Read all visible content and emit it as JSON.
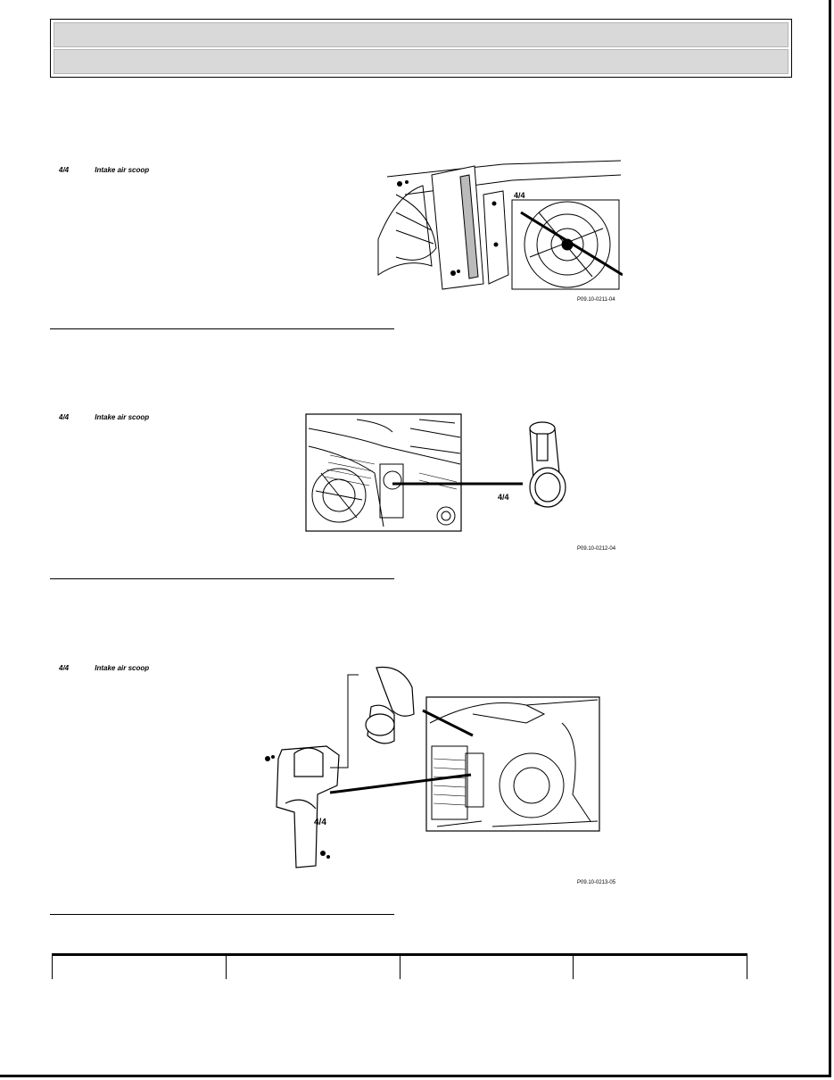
{
  "header": {
    "row1": "",
    "row2": ""
  },
  "sections": [
    {
      "callout_code": "4/4",
      "callout_text": "Intake air scoop",
      "figure_label": "4/4",
      "figure_code": "P09.10-0211-04"
    },
    {
      "callout_code": "4/4",
      "callout_text": "Intake air scoop",
      "figure_label": "4/4",
      "figure_code": "P09.10-0212-04"
    },
    {
      "callout_code": "4/4",
      "callout_text": "Intake air scoop",
      "figure_label": "4/4",
      "figure_code": "P09.10-0213-05"
    }
  ],
  "table": {
    "columns": [
      "",
      "",
      "",
      ""
    ]
  }
}
